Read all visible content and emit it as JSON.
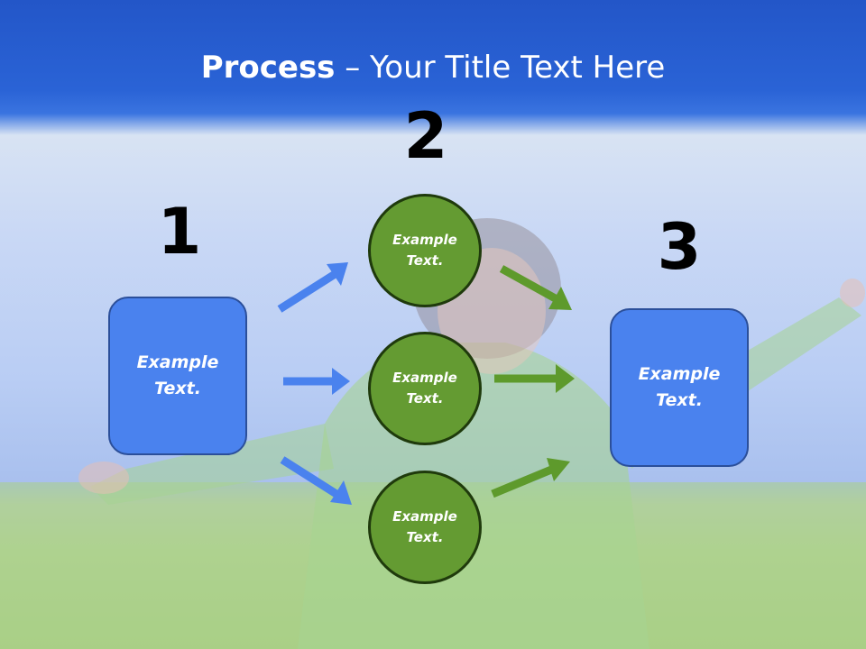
{
  "title": {
    "bold": "Process",
    "rest": " – Your Title Text Here"
  },
  "steps": [
    {
      "number": "1",
      "text": "Example Text."
    },
    {
      "number": "2",
      "circles": [
        {
          "text": "Example Text."
        },
        {
          "text": "Example Text."
        },
        {
          "text": "Example Text."
        }
      ]
    },
    {
      "number": "3",
      "text": "Example Text."
    }
  ],
  "colors": {
    "box_fill": "#4a82ee",
    "circle_fill": "#649b32",
    "blue_arrow": "#4a82ee",
    "green_arrow": "#5e9a2c",
    "title_bar": "#2a63d6"
  },
  "icons": {
    "arrow": "arrow-right-icon"
  }
}
